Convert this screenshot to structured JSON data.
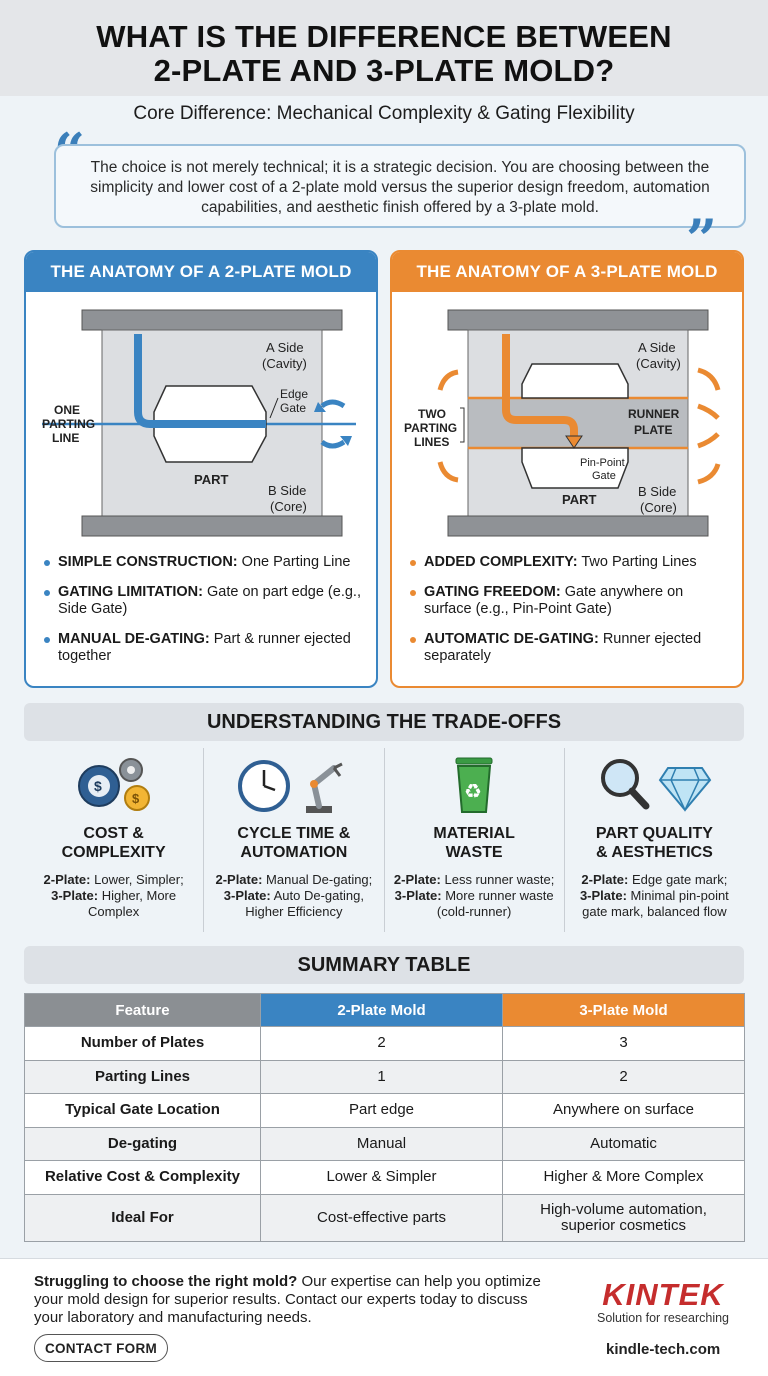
{
  "header": {
    "title_line1": "WHAT IS THE DIFFERENCE BETWEEN",
    "title_line2": "2-PLATE AND 3-PLATE MOLD?"
  },
  "subtitle": "Core Difference: Mechanical Complexity & Gating Flexibility",
  "quote": "The choice is not merely technical; it is a strategic decision. You are choosing between the simplicity and lower cost of a 2-plate mold versus the superior design freedom, automation capabilities, and aesthetic finish offered by a 3-plate mold.",
  "two_plate": {
    "title": "THE ANATOMY OF A 2-PLATE MOLD",
    "labels": {
      "a_side1": "A Side",
      "a_side2": "(Cavity)",
      "edge1": "Edge",
      "edge2": "Gate",
      "parting1": "ONE",
      "parting2": "PARTING",
      "parting3": "LINE",
      "part": "PART",
      "b_side1": "B Side",
      "b_side2": "(Core)"
    },
    "bullets": [
      {
        "bold": "SIMPLE CONSTRUCTION:",
        "text": " One Parting Line"
      },
      {
        "bold": "GATING LIMITATION:",
        "text": " Gate on part edge (e.g., Side Gate)"
      },
      {
        "bold": "MANUAL DE-GATING:",
        "text": " Part & runner ejected together"
      }
    ]
  },
  "three_plate": {
    "title": "THE ANATOMY OF A 3-PLATE MOLD",
    "labels": {
      "a_side1": "A Side",
      "a_side2": "(Cavity)",
      "parting1": "TWO",
      "parting2": "PARTING",
      "parting3": "LINES",
      "runner1": "RUNNER",
      "runner2": "PLATE",
      "pin1": "Pin-Point",
      "pin2": "Gate",
      "part": "PART",
      "b_side1": "B Side",
      "b_side2": "(Core)"
    },
    "bullets": [
      {
        "bold": "ADDED COMPLEXITY:",
        "text": " Two Parting Lines"
      },
      {
        "bold": "GATING FREEDOM:",
        "text": " Gate anywhere on surface (e.g., Pin-Point Gate)"
      },
      {
        "bold": "AUTOMATIC DE-GATING:",
        "text": " Runner ejected separately"
      }
    ]
  },
  "tradeoffs": {
    "title": "UNDERSTANDING THE TRADE-OFFS",
    "items": [
      {
        "title1": "COST &",
        "title2": "COMPLEXITY",
        "l1b": "2-Plate:",
        "l1": " Lower, Simpler;",
        "l2b": "3-Plate:",
        "l2": " Higher, More",
        "l3": "Complex",
        "icon": "gears-coins-icon"
      },
      {
        "title1": "CYCLE TIME &",
        "title2": "AUTOMATION",
        "l1b": "2-Plate:",
        "l1": " Manual De-gating;",
        "l2b": "3-Plate:",
        "l2": " Auto De-gating,",
        "l3": "Higher Efficiency",
        "icon": "clock-robot-arm-icon"
      },
      {
        "title1": "MATERIAL",
        "title2": "WASTE",
        "l1b": "2-Plate:",
        "l1": " Less runner waste;",
        "l2b": "3-Plate:",
        "l2": " More runner waste",
        "l3": "(cold-runner)",
        "icon": "recycle-bin-icon"
      },
      {
        "title1": "PART QUALITY",
        "title2": "& AESTHETICS",
        "l1b": "2-Plate:",
        "l1": " Edge gate mark;",
        "l2b": "3-Plate:",
        "l2": " Minimal pin-point",
        "l3": "gate mark, balanced flow",
        "icon": "magnifier-diamond-icon"
      }
    ]
  },
  "summary": {
    "title": "SUMMARY TABLE",
    "headers": [
      "Feature",
      "2-Plate Mold",
      "3-Plate Mold"
    ],
    "rows": [
      [
        "Number of Plates",
        "2",
        "3"
      ],
      [
        "Parting Lines",
        "1",
        "2"
      ],
      [
        "Typical Gate Location",
        "Part edge",
        "Anywhere on surface"
      ],
      [
        "De-gating",
        "Manual",
        "Automatic"
      ],
      [
        "Relative Cost & Complexity",
        "Lower & Simpler",
        "Higher & More Complex"
      ],
      [
        "Ideal For",
        "Cost-effective parts",
        "High-volume automation,",
        "superior cosmetics"
      ]
    ]
  },
  "footer": {
    "bold": "Struggling to choose the right mold?",
    "text": " Our expertise can help you optimize your mold design for superior results. Contact our experts today to discuss your laboratory and manufacturing needs.",
    "button": "CONTACT FORM",
    "logo": "KINTEK",
    "tagline": "Solution for researching",
    "site": "kindle-tech.com"
  },
  "colors": {
    "blue": "#3a84c2",
    "orange": "#ea8a32",
    "brand_red": "#c52d2d"
  }
}
